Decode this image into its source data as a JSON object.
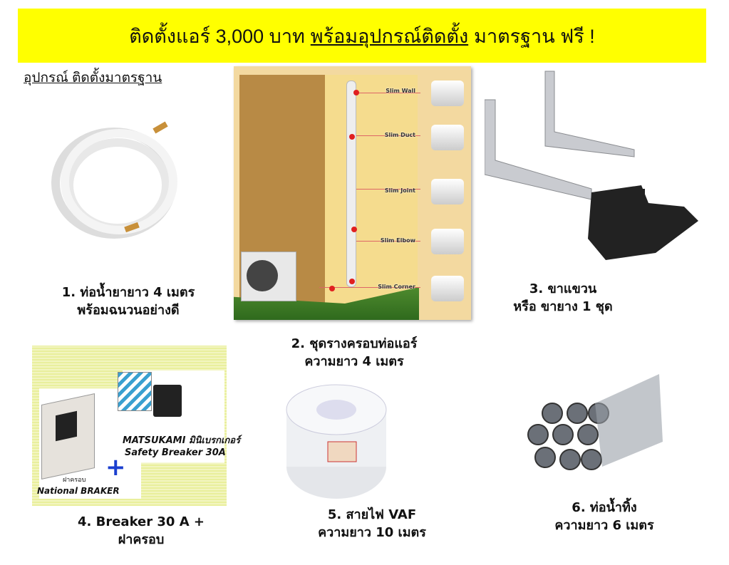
{
  "banner": {
    "part1": "ติดตั้งแอร์ 3,000 บาท",
    "underlined": "พร้อมอุปกรณ์ติดตั้ง",
    "part2": "มาตรฐาน ฟรี !"
  },
  "subtitle": "อุปกรณ์   ติดตั้งมาตรฐาน",
  "items": [
    {
      "line1": "1. ท่อน้ำยายาว 4 เมตร",
      "line2": "พร้อมฉนวนอย่างดี"
    },
    {
      "line1": "2. ชุดรางครอบท่อแอร์",
      "line2": "ความยาว 4 เมตร"
    },
    {
      "line1": "3. ขาแขวน",
      "line2": "หรือ ขายาง  1 ชุด"
    },
    {
      "line1": "4. Breaker 30 A +",
      "line2": "ฝาครอบ"
    },
    {
      "line1": "5. สายไฟ VAF",
      "line2": "ความยาว 10 เมตร"
    },
    {
      "line1": "6. ท่อน้ำทิ้ง",
      "line2": "ความยาว 6 เมตร"
    }
  ],
  "diagram": {
    "labels": [
      "Slim Wall",
      "Slim Duct",
      "Slim Joint",
      "Slim Elbow",
      "Slim Corner"
    ]
  },
  "breaker": {
    "brand": "MATSUKAMI  มินิเบรกเกอร์",
    "model": "Safety Breaker  30A",
    "cover_th": "ฝาครอบ",
    "cover_en": "National BRAKER"
  },
  "colors": {
    "banner": "#ffff00",
    "plus": "#1b3fcf"
  }
}
